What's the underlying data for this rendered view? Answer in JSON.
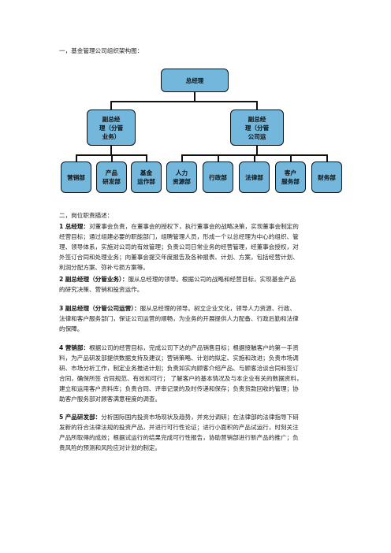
{
  "section1_heading": "一，基金管理公司组织架构图：",
  "org_chart": {
    "ceo": "总经理",
    "vp_business": "副总经\n理（分管\n业务）",
    "vp_operations": "副总经\n理（分管\n公司运",
    "departments": [
      "营销部",
      "产品\n研发部",
      "基金\n运作部",
      "人力\n资源部",
      "行政部",
      "法律部",
      "客户\n服务部",
      "财务部"
    ]
  },
  "section2_heading": "二，岗位职责描述：",
  "duties": [
    {
      "num": "1",
      "title": "总经理：",
      "lines": [
        "对董事会负责，在董事会的授权下，执行董事会的战略决策，实现董事会制定的",
        "经营目标；通过组建必要的职能部门，组聘管理人员，形成一个以总经理为中心的组织、管",
        "理、领导体系，实施对公司的有效管理；负责公司日常业务的经营管理，经董事会授权，对",
        "外签订合同和处理业务；向董事会提交年度报告及各种报表、计划、方案，包括经营计划、",
        "利润分配方案、弥补亏损方案等。"
      ]
    },
    {
      "num": "2",
      "title": "副总经理（分管业务）：",
      "lines": [
        "服从总经理的领导。根据公司的战略和经营目标，实现基金产品",
        "的研究决策、营销和投资运作。"
      ]
    },
    {
      "num": "3",
      "title": "副总经理（分管公司运营）：",
      "lines": [
        "服从总经理的领导。树立企业文化，领导人力资源、行政、",
        "法律和客户服务部门，保证公司运营的顺畅，为业务的开展提供人力配备、行政后勤和法律",
        "的保障。"
      ]
    },
    {
      "num": "4",
      "title": "营销部：",
      "lines": [
        "根据公司的经营目标，完成公司下达的产品销售目标；根据接触客户的第一手资",
        "料，为产品研发部提供数据支持及建议；营销策略、计划的拟定、实施和改进；负责市场调",
        "研、市场分析工作，制定业务推进计划；负责如实向顾客介绍产品、与顾客洽谈合同和签订",
        "合同，确保所签   合同规范、有效和可行；   了解客户的基本情况及与本企业有关的数据资料，",
        "建立和运用客户资料库；负责合同、评审记录的及时传递和保存；负责货款回收的管理；协",
        "助客户服务部对顾客满意程度的调查。"
      ]
    },
    {
      "num": "5",
      "title": "产品研发部：",
      "lines": [
        "分析国际国内投资市场现状及趋势，并充分调研；在法律部的法律指导下研",
        "发新的符合法律法规的投资产品，并进行可行性论证；进行小面积的产品试运行，时刻关注",
        "产品所取得的成效；根据试运行的结果完成可行性报告，协助营销部进行新产品的推广；负",
        "责风险的预测和风险应对计划的制定。"
      ]
    }
  ]
}
